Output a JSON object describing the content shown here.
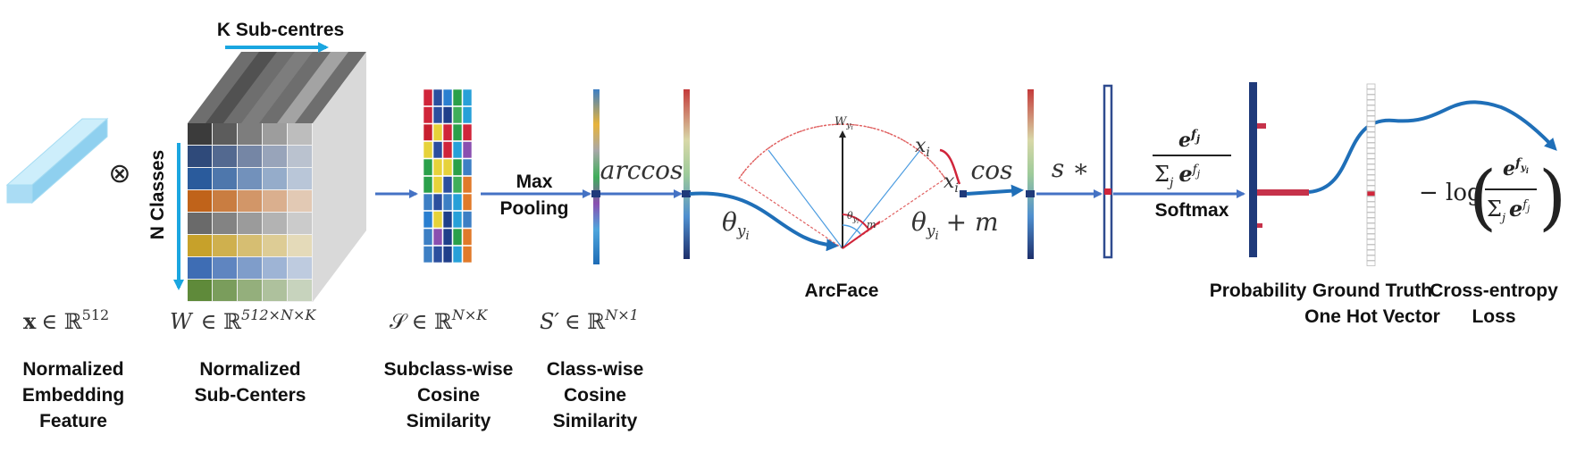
{
  "labels": {
    "k_subcentres": "K Sub-centres",
    "n_classes": "N Classes",
    "max_pooling_1": "Max",
    "max_pooling_2": "Pooling",
    "arcface": "ArcFace",
    "softmax": "Softmax",
    "probability": "Probability",
    "ground_truth_1": "Ground Truth",
    "ground_truth_2": "One Hot Vector",
    "cross_entropy_1": "Cross-entropy",
    "cross_entropy_2": "Loss"
  },
  "math": {
    "tensor_product": "⊗",
    "x_bold": "x",
    "in_r": "∈ ℝ",
    "x_dim": "512",
    "W": "W",
    "W_dim": "512×N×K",
    "S": "𝒮",
    "S_dim": "N×K",
    "S_prime": "S′",
    "S_prime_dim": "N×1",
    "arccos": "arccos",
    "cos": "cos",
    "theta": "θ",
    "theta_sub": "y",
    "theta_subsub": "i",
    "plus_m": "+ m",
    "s_times": "s ∗",
    "W_yi": "W",
    "x_i": "x",
    "m": "m",
    "e": "e",
    "f": "f",
    "j": "j",
    "sum": "Σ",
    "minus_log": "− log"
  },
  "captions": {
    "embedding": [
      "Normalized",
      "Embedding",
      "Feature"
    ],
    "subcenters": [
      "Normalized",
      "Sub-Centers"
    ],
    "subclass": [
      "Subclass-wise",
      "Cosine",
      "Similarity"
    ],
    "classwise": [
      "Class-wise",
      "Cosine",
      "Similarity"
    ]
  },
  "colors": {
    "arrow_blue": "#4472c4",
    "curve_blue": "#1f6fb8",
    "cyan_arrow": "#1aa6e0",
    "navy": "#1f3a7a",
    "red_marker": "#d0253a",
    "arc_red": "#e06060"
  }
}
